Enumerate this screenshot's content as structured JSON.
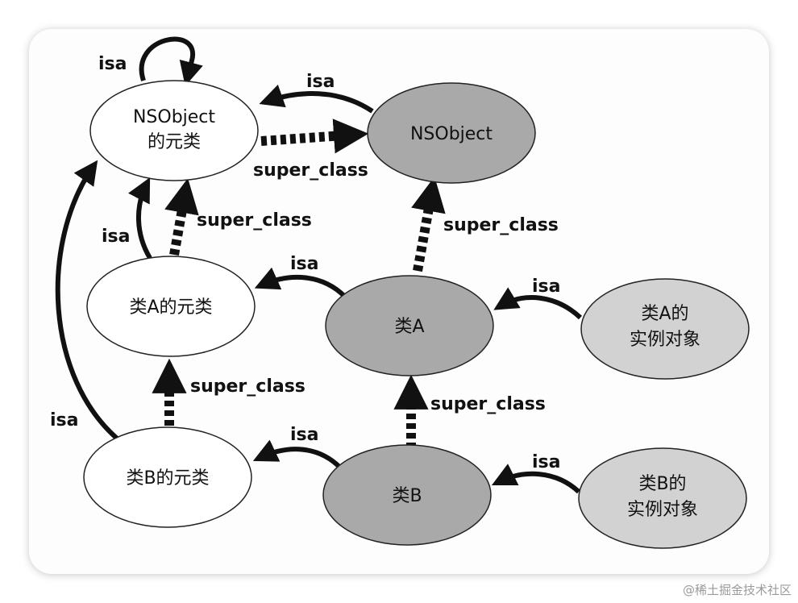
{
  "nodes": {
    "nsobject_meta": {
      "line1": "NSObject",
      "line2": "的元类",
      "fill": "#ffffff"
    },
    "nsobject": {
      "line1": "NSObject",
      "fill": "#a9a9a9"
    },
    "classA_meta": {
      "line1": "类A的元类",
      "fill": "#ffffff"
    },
    "classA": {
      "line1": "类A",
      "fill": "#a9a9a9"
    },
    "instanceA": {
      "line1": "类A的",
      "line2": "实例对象",
      "fill": "#d2d2d2"
    },
    "classB_meta": {
      "line1": "类B的元类",
      "fill": "#ffffff"
    },
    "classB": {
      "line1": "类B",
      "fill": "#a9a9a9"
    },
    "instanceB": {
      "line1": "类B的",
      "line2": "实例对象",
      "fill": "#d2d2d2"
    }
  },
  "edge_labels": {
    "isa_self": "isa",
    "isa_nsobject": "isa",
    "super_nsobject_meta": "super_class",
    "super_classA_meta": "super_class",
    "isa_classA_meta": "isa",
    "super_classA": "super_class",
    "isa_classA": "isa",
    "isa_instanceA": "isa",
    "super_classB_meta": "super_class",
    "isa_classB_meta": "isa",
    "super_classB": "super_class",
    "isa_classB": "isa",
    "isa_instanceB": "isa"
  },
  "watermark": "@稀土掘金技术社区"
}
